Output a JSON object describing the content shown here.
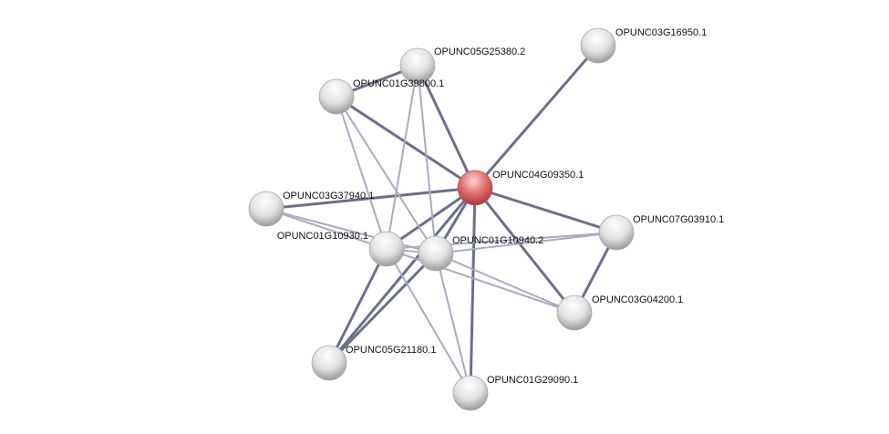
{
  "network": {
    "nodes": [
      {
        "id": "A",
        "label": "OPUNC04G09350.1",
        "query": true
      },
      {
        "id": "B",
        "label": "OPUNC05G25380.2"
      },
      {
        "id": "C",
        "label": "OPUNC01G39800.1"
      },
      {
        "id": "D",
        "label": "OPUNC03G16950.1"
      },
      {
        "id": "E",
        "label": "OPUNC03G37940.1"
      },
      {
        "id": "F",
        "label": "OPUNC01G10930.1"
      },
      {
        "id": "G",
        "label": "OPUNC01G10940.2"
      },
      {
        "id": "H",
        "label": "OPUNC07G03910.1"
      },
      {
        "id": "I",
        "label": "OPUNC03G04200.1"
      },
      {
        "id": "J",
        "label": "OPUNC05G21180.1"
      },
      {
        "id": "K",
        "label": "OPUNC01G29090.1"
      }
    ],
    "edges": [
      [
        "A",
        "B",
        "strong"
      ],
      [
        "A",
        "C",
        "strong"
      ],
      [
        "A",
        "D",
        "strong"
      ],
      [
        "A",
        "E",
        "strong"
      ],
      [
        "A",
        "F",
        "strong"
      ],
      [
        "A",
        "G",
        "strong"
      ],
      [
        "A",
        "H",
        "strong"
      ],
      [
        "A",
        "I",
        "strong"
      ],
      [
        "A",
        "K",
        "strong"
      ],
      [
        "A",
        "J",
        "strong"
      ],
      [
        "C",
        "B",
        "strong"
      ],
      [
        "H",
        "I",
        "strong"
      ],
      [
        "F",
        "J",
        "strong"
      ],
      [
        "G",
        "J",
        "strong"
      ],
      [
        "C",
        "F",
        "weak"
      ],
      [
        "C",
        "G",
        "weak"
      ],
      [
        "B",
        "F",
        "weak"
      ],
      [
        "B",
        "G",
        "weak"
      ],
      [
        "E",
        "F",
        "weak"
      ],
      [
        "E",
        "G",
        "weak"
      ],
      [
        "F",
        "H",
        "weak"
      ],
      [
        "G",
        "H",
        "weak"
      ],
      [
        "F",
        "I",
        "weak"
      ],
      [
        "G",
        "I",
        "weak"
      ],
      [
        "F",
        "K",
        "weak"
      ],
      [
        "G",
        "K",
        "weak"
      ],
      [
        "F",
        "G",
        "weak"
      ]
    ]
  },
  "colors": {
    "query": "#e06a6a",
    "node": "#e8e8e8",
    "strong": "#6b7088",
    "weak": "#a8acc0"
  }
}
